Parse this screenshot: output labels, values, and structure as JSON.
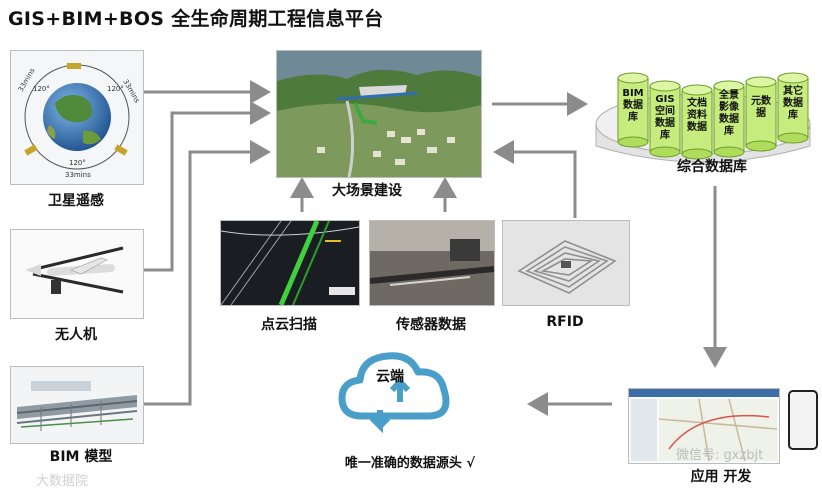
{
  "title": "GIS+BIM+BOS 全生命周期工程信息平台",
  "satellite": {
    "label": "卫星遥感",
    "orbit_labels": [
      "33mins",
      "120°",
      "33mins",
      "120°",
      "120°",
      "33mins"
    ]
  },
  "drone": {
    "label": "无人机"
  },
  "bim_model": {
    "label": "BIM 模型"
  },
  "scene": {
    "label": "大场景建设"
  },
  "point_cloud": {
    "label": "点云扫描"
  },
  "sensor": {
    "label": "传感器数据"
  },
  "rfid": {
    "label": "RFID"
  },
  "database": {
    "label": "综合数据库",
    "cylinders": [
      "BIM数据库",
      "GIS空间数据库",
      "文档资料数据",
      "全景影像数据库",
      "元数据",
      "其它数据库"
    ]
  },
  "app": {
    "label": "应用 开发"
  },
  "cloud": {
    "label": "云端",
    "caption": "唯一准确的数据源头 √"
  },
  "watermarks": [
    "微信号: gxzbjt",
    "大数据院"
  ]
}
